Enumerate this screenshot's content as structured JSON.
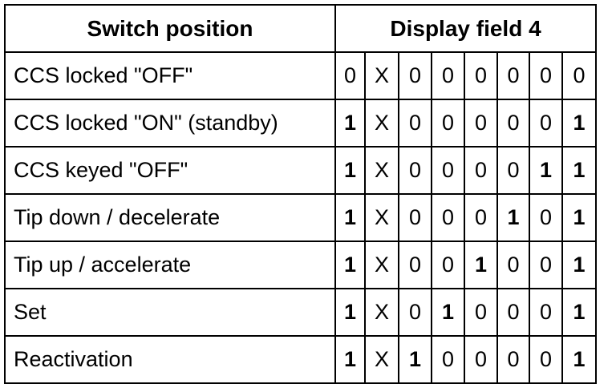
{
  "header": {
    "switch_position": "Switch position",
    "display_field": "Display field 4"
  },
  "rows": [
    {
      "label": "CCS locked \"OFF\"",
      "bits": [
        "0",
        "X",
        "0",
        "0",
        "0",
        "0",
        "0",
        "0"
      ],
      "bold": [
        false,
        false,
        false,
        false,
        false,
        false,
        false,
        false
      ]
    },
    {
      "label": "CCS locked \"ON\" (standby)",
      "bits": [
        "1",
        "X",
        "0",
        "0",
        "0",
        "0",
        "0",
        "1"
      ],
      "bold": [
        true,
        false,
        false,
        false,
        false,
        false,
        false,
        true
      ]
    },
    {
      "label": "CCS keyed \"OFF\"",
      "bits": [
        "1",
        "X",
        "0",
        "0",
        "0",
        "0",
        "1",
        "1"
      ],
      "bold": [
        true,
        false,
        false,
        false,
        false,
        false,
        true,
        true
      ]
    },
    {
      "label": "Tip down / decelerate",
      "bits": [
        "1",
        "X",
        "0",
        "0",
        "0",
        "1",
        "0",
        "1"
      ],
      "bold": [
        true,
        false,
        false,
        false,
        false,
        true,
        false,
        true
      ]
    },
    {
      "label": "Tip up / accelerate",
      "bits": [
        "1",
        "X",
        "0",
        "0",
        "1",
        "0",
        "0",
        "1"
      ],
      "bold": [
        true,
        false,
        false,
        false,
        true,
        false,
        false,
        true
      ]
    },
    {
      "label": "Set",
      "bits": [
        "1",
        "X",
        "0",
        "1",
        "0",
        "0",
        "0",
        "1"
      ],
      "bold": [
        true,
        false,
        false,
        true,
        false,
        false,
        false,
        true
      ]
    },
    {
      "label": "Reactivation",
      "bits": [
        "1",
        "X",
        "1",
        "0",
        "0",
        "0",
        "0",
        "1"
      ],
      "bold": [
        true,
        false,
        true,
        false,
        false,
        false,
        false,
        true
      ]
    }
  ]
}
